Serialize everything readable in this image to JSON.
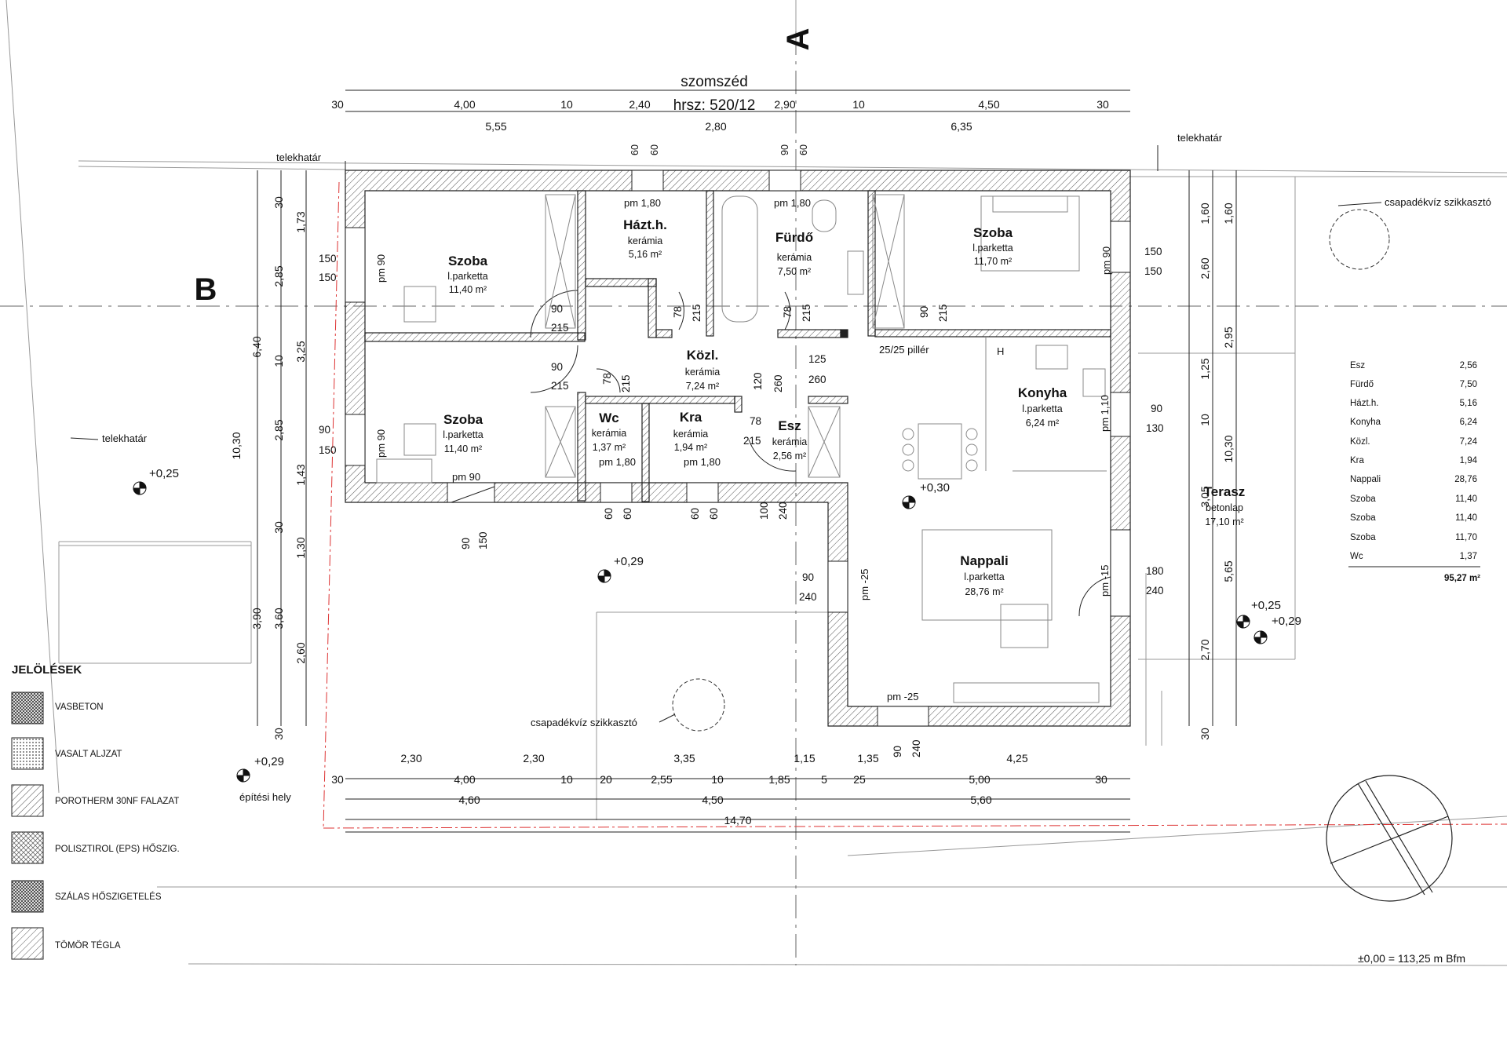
{
  "axes": {
    "a": "A",
    "b": "B"
  },
  "neighbor": {
    "title": "szomszéd",
    "parcel": "hrsz: 520/12"
  },
  "labels": {
    "telekhatar": "telekhatár",
    "csapadek": "csapadékvíz szikkasztó",
    "epitesi_hely": "építési hely",
    "piller": "25/25 pillér",
    "datum": "±0,00 = 113,25 m Bfm"
  },
  "rooms": {
    "szoba1": {
      "name": "Szoba",
      "floor": "l.parketta",
      "area": "11,40 m²"
    },
    "szoba2": {
      "name": "Szoba",
      "floor": "l.parketta",
      "area": "11,40 m²"
    },
    "szoba3": {
      "name": "Szoba",
      "floor": "l.parketta",
      "area": "11,70 m²"
    },
    "hazth": {
      "name": "Házt.h.",
      "floor": "kerámia",
      "area": "5,16 m²"
    },
    "furdo": {
      "name": "Fürdő",
      "floor": "kerámia",
      "area": "7,50 m²"
    },
    "kozl": {
      "name": "Közl.",
      "floor": "kerámia",
      "area": "7,24 m²"
    },
    "wc": {
      "name": "Wc",
      "floor": "kerámia",
      "area": "1,37 m²"
    },
    "kra": {
      "name": "Kra",
      "floor": "kerámia",
      "area": "1,94 m²"
    },
    "esz": {
      "name": "Esz",
      "floor": "kerámia",
      "area": "2,56 m²"
    },
    "konyha": {
      "name": "Konyha",
      "floor": "l.parketta",
      "area": "6,24 m²"
    },
    "nappali": {
      "name": "Nappali",
      "floor": "l.parketta",
      "area": "28,76 m²"
    },
    "terasz": {
      "name": "Terasz",
      "floor": "betonlap",
      "area": "17,10 m²"
    }
  },
  "levels": {
    "l025a": "+0,25",
    "l029a": "+0,29",
    "l030": "+0,30",
    "l025b": "+0,25",
    "l029b": "+0,29",
    "l029c": "+0,29"
  },
  "pm": {
    "p1": "pm 1,80",
    "p2": "pm 1,80",
    "p3": "pm 90",
    "p4": "pm 90",
    "p5": "pm 90",
    "p6": "pm 90",
    "p7": "pm 1,80",
    "p8": "pm 1,80",
    "p9": "pm -25",
    "p10": "pm -15",
    "p11": "pm -25",
    "p12": "pm 1,10",
    "h": "H"
  },
  "dims": {
    "top1": [
      "30",
      "4,00",
      "10",
      "2,40",
      "2,90",
      "10",
      "4,50",
      "30"
    ],
    "top2": [
      "5,55",
      "2,80",
      "6,35"
    ],
    "top_small": [
      "60",
      "60",
      "90",
      "60"
    ],
    "bot1": [
      "2,30",
      "2,30",
      "3,35",
      "1,15",
      "1,35",
      "4,25"
    ],
    "bot2": [
      "30",
      "4,00",
      "10",
      "20",
      "2,55",
      "10",
      "1,85",
      "5",
      "25",
      "5,00",
      "30"
    ],
    "bot3": [
      "4,60",
      "4,50",
      "5,60"
    ],
    "bot4": "14,70",
    "left_outer": [
      "6,40",
      "10,30"
    ],
    "left_mid": [
      "2,85",
      "10",
      "2,85",
      "30",
      "3,90"
    ],
    "left_inner": [
      "30",
      "1,73",
      "3,25",
      "1,43",
      "1,30",
      "3,60",
      "2,60",
      "30"
    ],
    "right_a": [
      "1,60",
      "2,60",
      "1,25",
      "10",
      "3,05",
      "5,65",
      "2,70",
      "30"
    ],
    "right_b": [
      "2,95",
      "10,30"
    ],
    "openings": {
      "o1": "150",
      "o2": "150",
      "o3": "90",
      "o4": "150",
      "o5": "90",
      "o6": "215",
      "o7": "90",
      "o8": "215",
      "o9": "78",
      "o10": "215",
      "o11": "78",
      "o12": "215",
      "o13": "90",
      "o14": "215",
      "o15": "78",
      "o16": "215",
      "o17": "78",
      "o18": "215",
      "o19": "125",
      "o20": "260",
      "o21": "120",
      "o22": "260",
      "o23": "150",
      "o24": "150",
      "o25": "90",
      "o26": "130",
      "o27": "90",
      "o28": "240",
      "o29": "180",
      "o30": "240",
      "o31": "90",
      "o32": "240",
      "o33": "90",
      "o34": "150",
      "o35": "100",
      "o36": "240",
      "o37": "60",
      "o38": "60",
      "o39": "60",
      "o40": "60"
    }
  },
  "legend": {
    "title": "JELÖLÉSEK",
    "items": [
      "VASBETON",
      "VASALT ALJZAT",
      "POROTHERM 30NF FALAZAT",
      "POLISZTIROL (EPS) HŐSZIG.",
      "SZÁLAS HŐSZIGETELÉS",
      "TÖMÖR TÉGLA"
    ]
  },
  "area_table": {
    "rows": [
      [
        "Esz",
        "2,56"
      ],
      [
        "Fürdő",
        "7,50"
      ],
      [
        "Házt.h.",
        "5,16"
      ],
      [
        "Konyha",
        "6,24"
      ],
      [
        "Közl.",
        "7,24"
      ],
      [
        "Kra",
        "1,94"
      ],
      [
        "Nappali",
        "28,76"
      ],
      [
        "Szoba",
        "11,40"
      ],
      [
        "Szoba",
        "11,40"
      ],
      [
        "Szoba",
        "11,70"
      ],
      [
        "Wc",
        "1,37"
      ]
    ],
    "total": "95,27 m²"
  }
}
